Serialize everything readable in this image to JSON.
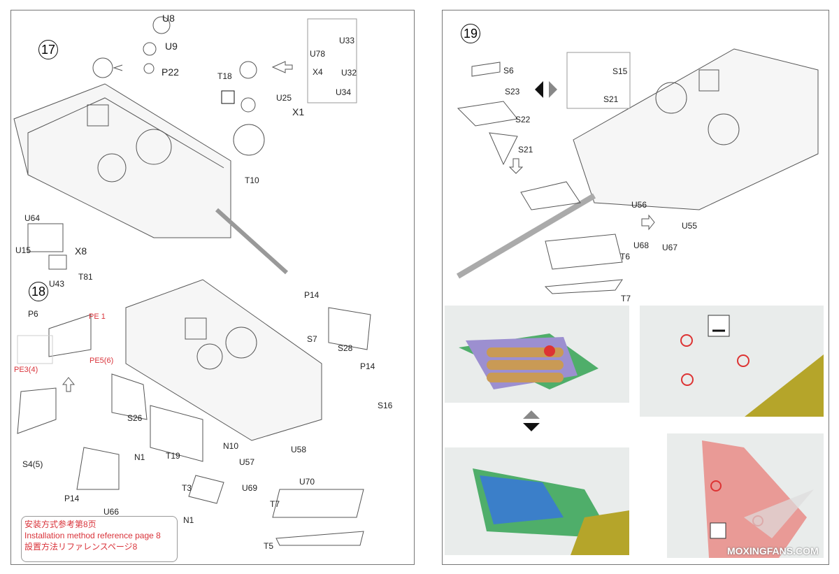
{
  "left_page": {
    "step17": {
      "number": "17",
      "labels": [
        "U8",
        "U9",
        "P22",
        "T18",
        "U25",
        "X1",
        "T10",
        "U33",
        "U78",
        "X4",
        "U32",
        "U34",
        "U64",
        "U15",
        "X8",
        "U43",
        "T81"
      ]
    },
    "step18": {
      "number": "18",
      "labels": [
        "P6",
        "S26",
        "S4(5)",
        "P14",
        "U66",
        "N1",
        "T19",
        "N10",
        "T3",
        "N1",
        "U57",
        "U69",
        "U58",
        "U70",
        "T7",
        "T5",
        "P14",
        "S7",
        "S28",
        "P14",
        "S16"
      ],
      "pe_labels": [
        "PE 1",
        "PE3(4)",
        "PE5(6)"
      ]
    },
    "note": {
      "zh": "安装方式参考第8页",
      "en": "Installation method reference page 8",
      "ja": "設置方法リファレンスページ8"
    }
  },
  "right_page": {
    "step19": {
      "number": "19",
      "labels": [
        "S6",
        "S23",
        "S22",
        "S21",
        "S15",
        "S21",
        "U56",
        "U55",
        "U68",
        "U67",
        "T6",
        "T7"
      ]
    },
    "watermark": "MOXINGFANS.COM"
  },
  "colors": {
    "annotation_red": "#d9333a",
    "photo_green": "#4fae6a",
    "photo_blue": "#3b7fc9",
    "photo_purple": "#9c8fd0",
    "photo_olive": "#b5a52a",
    "photo_pink": "#e99a96"
  }
}
